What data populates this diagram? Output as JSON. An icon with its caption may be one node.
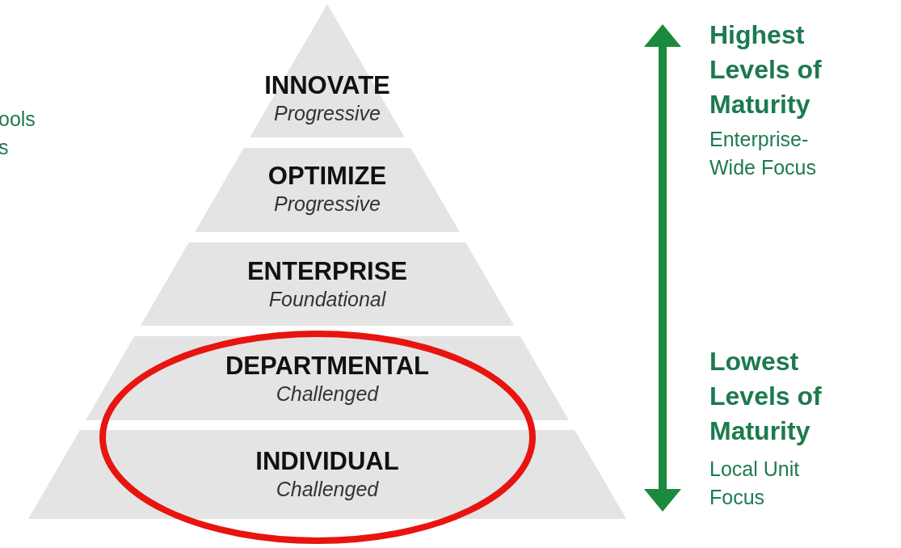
{
  "diagram": {
    "nodes": [
      {
        "text": [
          "INNOVATE",
          "Progressive"
        ]
      },
      {
        "text": [
          "OPTIMIZE",
          "Progressive"
        ]
      },
      {
        "text": [
          "ENTERPRISE",
          "Foundational"
        ]
      },
      {
        "text": [
          "DEPARTMENTAL",
          "Challenged"
        ]
      },
      {
        "text": [
          "INDIVIDUAL",
          "Challenged"
        ]
      }
    ],
    "labels": [
      "ools",
      "s",
      "Highest Levels of Maturity",
      "Enterprise-Wide Focus",
      "Lowest Levels of Maturity",
      "Local Unit Focus"
    ]
  }
}
